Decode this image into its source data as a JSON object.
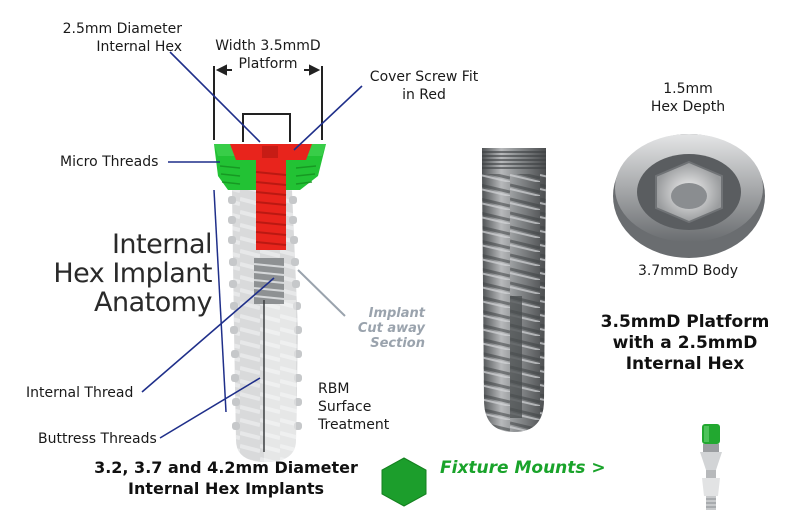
{
  "labels": {
    "hex_internal": "2.5mm Diameter\nInternal Hex",
    "width_platform": "Width 3.5mmD\nPlatform",
    "cover_screw": "Cover Screw Fit\nin Red",
    "micro_threads": "Micro Threads",
    "title": "Internal\nHex Implant\nAnatomy",
    "cutaway": "Implant\nCut away\nSection",
    "internal_thread": "Internal Thread",
    "rbm": "RBM\nSurface\nTreatment",
    "buttress": "Buttress Threads",
    "bottom_caption": "3.2, 3.7 and 4.2mm Diameter\nInternal Hex Implants",
    "fixture_mounts": "Fixture Mounts >",
    "hex_depth": "1.5mm\nHex Depth",
    "body_diameter": "3.7mmD Body",
    "platform_caption": "3.5mmD Platform\nwith a 2.5mmD\nInternal Hex"
  },
  "colors": {
    "green": "#22c234",
    "red": "#e8241c",
    "callout_blue": "#1f2f8a",
    "cutaway_gray": "#9aa3ad",
    "link_green": "#19a32a"
  },
  "icons": {
    "hexagon": "green-hexagon-icon",
    "fixture_mount": "fixture-mount-icon"
  }
}
